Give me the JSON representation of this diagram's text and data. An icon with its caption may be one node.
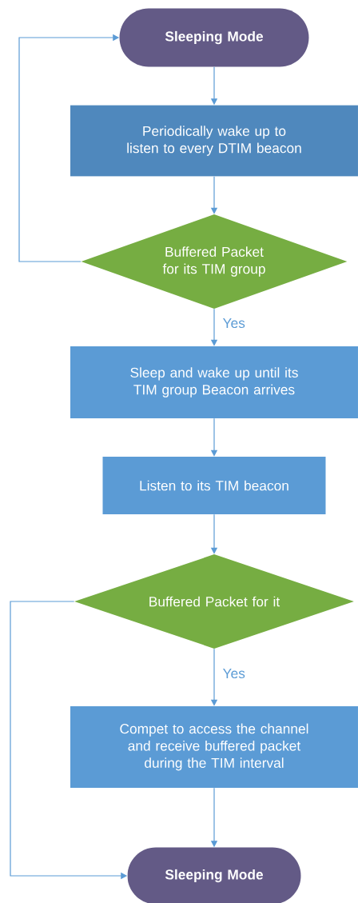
{
  "diagram": {
    "nodes": [
      {
        "text": [
          "Sleeping Mode"
        ]
      },
      {
        "text": [
          "Periodically wake up to listen to every DTIM beacon"
        ]
      },
      {
        "text": [
          "Buffered Packet for its TIM group"
        ]
      },
      {
        "text": [
          "Sleep and wake up until its TIM group Beacon arrives"
        ]
      },
      {
        "text": [
          "Listen to its TIM beacon"
        ]
      },
      {
        "text": [
          "Buffered Packet for it"
        ]
      },
      {
        "text": [
          "Compet to access  the channel and receive buffered packet during the TIM interval"
        ]
      },
      {
        "text": [
          "Sleeping Mode"
        ]
      }
    ],
    "edges": [
      {
        "from": 0,
        "to": 1,
        "arrow": "to"
      },
      {
        "from": 1,
        "to": 2,
        "arrow": "to"
      },
      {
        "from": 2,
        "to": 3,
        "arrow": "to",
        "label": "Yes"
      },
      {
        "from": 3,
        "to": 4,
        "arrow": "to"
      },
      {
        "from": 4,
        "to": 5,
        "arrow": "to"
      },
      {
        "from": 5,
        "to": 6,
        "arrow": "to",
        "label": "Yes"
      },
      {
        "from": 6,
        "to": 7,
        "arrow": "to"
      },
      {
        "from": 2,
        "to": 0,
        "arrow": "to"
      },
      {
        "from": 5,
        "to": 7,
        "arrow": "to"
      }
    ]
  }
}
